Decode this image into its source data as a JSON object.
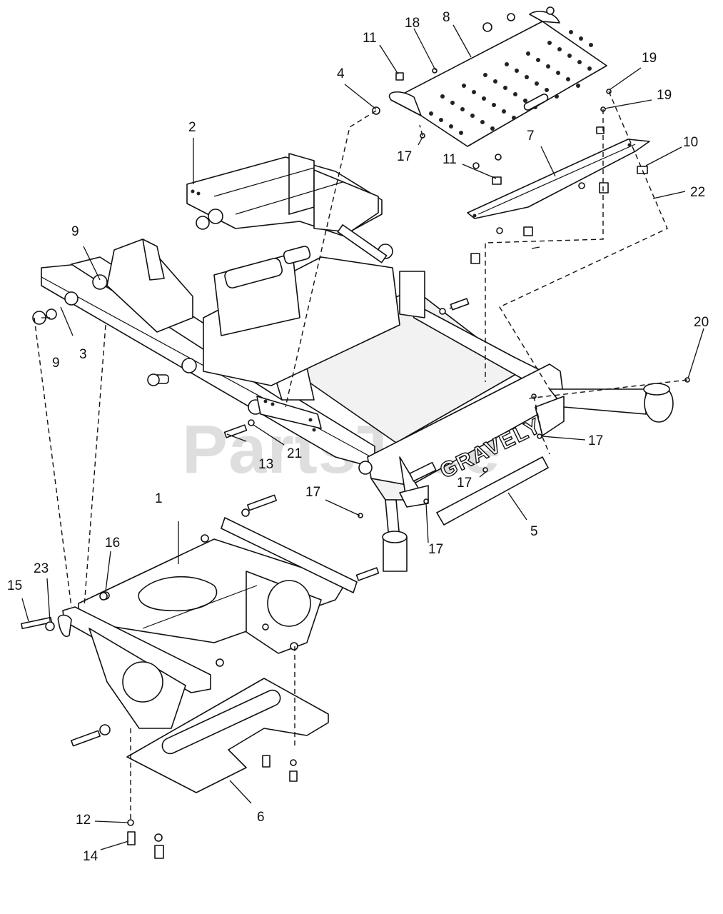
{
  "watermark": "PartsTree",
  "brand_text": "GRAVELY",
  "callouts": {
    "c1": "1",
    "c2": "2",
    "c3": "3",
    "c4": "4",
    "c5": "5",
    "c6": "6",
    "c7": "7",
    "c8": "8",
    "c9a": "9",
    "c9b": "9",
    "c10": "10",
    "c11a": "11",
    "c11b": "11",
    "c12": "12",
    "c13": "13",
    "c14": "14",
    "c15": "15",
    "c16": "16",
    "c17a": "17",
    "c17b": "17",
    "c17c": "17",
    "c17d": "17",
    "c17e": "17",
    "c18": "18",
    "c19a": "19",
    "c19b": "19",
    "c20": "20",
    "c21": "21",
    "c22": "22",
    "c23": "23"
  }
}
